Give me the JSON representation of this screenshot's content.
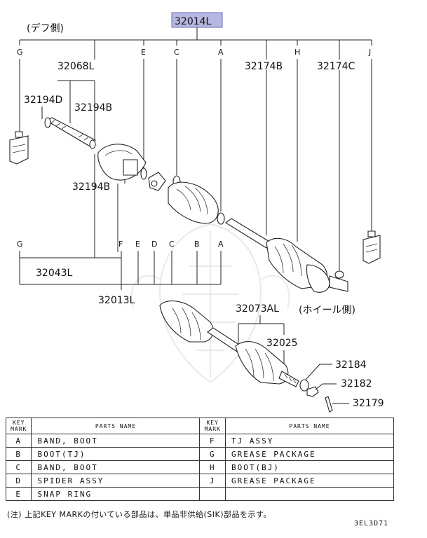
{
  "labels": {
    "main_part": "32014L",
    "diff_side": "(デフ側)",
    "wheel_side": "(ホイール側)",
    "p32068L": "32068L",
    "p32194D": "32194D",
    "p32194B_top": "32194B",
    "p32194B_mid": "32194B",
    "p32174B": "32174B",
    "p32174C": "32174C",
    "p32043L": "32043L",
    "p32013L": "32013L",
    "p32073AL": "32073AL",
    "p32025": "32025",
    "p32184": "32184",
    "p32182": "32182",
    "p32179": "32179",
    "top_keys": [
      "G",
      "E",
      "C",
      "A",
      "H",
      "J"
    ],
    "bottom_keys": [
      "G",
      "F",
      "E",
      "D",
      "C",
      "B",
      "A"
    ]
  },
  "legend": {
    "header_key": "KEY MARK",
    "header_name": "PARTS NAME",
    "rows": [
      {
        "k1": "A",
        "n1": "BAND, BOOT",
        "k2": "F",
        "n2": "TJ ASSY"
      },
      {
        "k1": "B",
        "n1": "BOOT(TJ)",
        "k2": "G",
        "n2": "GREASE PACKAGE"
      },
      {
        "k1": "C",
        "n1": "BAND, BOOT",
        "k2": "H",
        "n2": "BOOT(BJ)"
      },
      {
        "k1": "D",
        "n1": "SPIDER ASSY",
        "k2": "J",
        "n2": "GREASE PACKAGE"
      },
      {
        "k1": "E",
        "n1": "SNAP RING",
        "k2": "",
        "n2": ""
      }
    ]
  },
  "note": "(注) 上記KEY MARKの付いている部品は、単品非供給(SIK)部品を示す。",
  "figure_code": "3EL3D71"
}
